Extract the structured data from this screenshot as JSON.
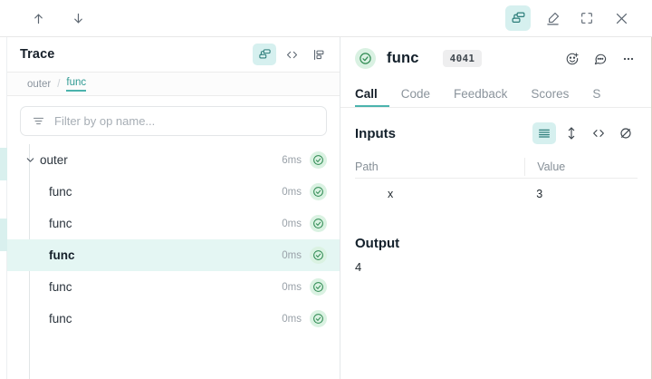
{
  "topbar": {
    "nav_prev_icon": "arrow-up-icon",
    "nav_next_icon": "arrow-down-icon",
    "trace_toggle_icon": "layers-trace-icon",
    "annotate_icon": "highlighter-pen-icon",
    "fullscreen_icon": "expand-corners-icon",
    "close_icon": "close-x-icon"
  },
  "trace_panel": {
    "title": "Trace",
    "view_icons": [
      "layers-trace-icon",
      "code-brackets-icon",
      "flame-graph-icon"
    ],
    "breadcrumb": {
      "root": "outer",
      "separator": "/",
      "current": "func"
    },
    "filter": {
      "placeholder": "Filter by op name...",
      "value": "",
      "icon": "filter-lines-icon"
    },
    "rows": [
      {
        "label": "outer",
        "duration": "6ms",
        "depth": 0,
        "expanded": true,
        "selected": false,
        "status": "success"
      },
      {
        "label": "func",
        "duration": "0ms",
        "depth": 1,
        "expanded": false,
        "selected": false,
        "status": "success"
      },
      {
        "label": "func",
        "duration": "0ms",
        "depth": 1,
        "expanded": false,
        "selected": false,
        "status": "success"
      },
      {
        "label": "func",
        "duration": "0ms",
        "depth": 1,
        "expanded": false,
        "selected": true,
        "status": "success"
      },
      {
        "label": "func",
        "duration": "0ms",
        "depth": 1,
        "expanded": false,
        "selected": false,
        "status": "success"
      },
      {
        "label": "func",
        "duration": "0ms",
        "depth": 1,
        "expanded": false,
        "selected": false,
        "status": "success"
      }
    ]
  },
  "detail_panel": {
    "status_icon": "check-circle-icon",
    "title": "func",
    "badge": "4041",
    "action_icons": [
      "emoji-reaction-icon",
      "comment-bubble-icon",
      "more-options-icon"
    ],
    "tabs": [
      {
        "label": "Call",
        "active": true
      },
      {
        "label": "Code",
        "active": false
      },
      {
        "label": "Feedback",
        "active": false
      },
      {
        "label": "Scores",
        "active": false
      },
      {
        "label": "S",
        "active": false
      }
    ],
    "inputs": {
      "title": "Inputs",
      "view_icons": [
        "list-view-icon",
        "expand-rows-icon",
        "code-brackets-icon",
        "hide-eye-icon"
      ],
      "columns": [
        "Path",
        "Value"
      ],
      "rows": [
        {
          "path": "x",
          "value": "3"
        }
      ]
    },
    "output": {
      "title": "Output",
      "value": "4"
    }
  },
  "colors": {
    "accent_teal": "#4bb3ad",
    "accent_teal_bg": "#d6f0ef",
    "selected_row_bg": "#e4f6f3",
    "success_green": "#2f8a52",
    "success_green_bg": "#daf2e2",
    "muted_text": "#8b949c"
  }
}
